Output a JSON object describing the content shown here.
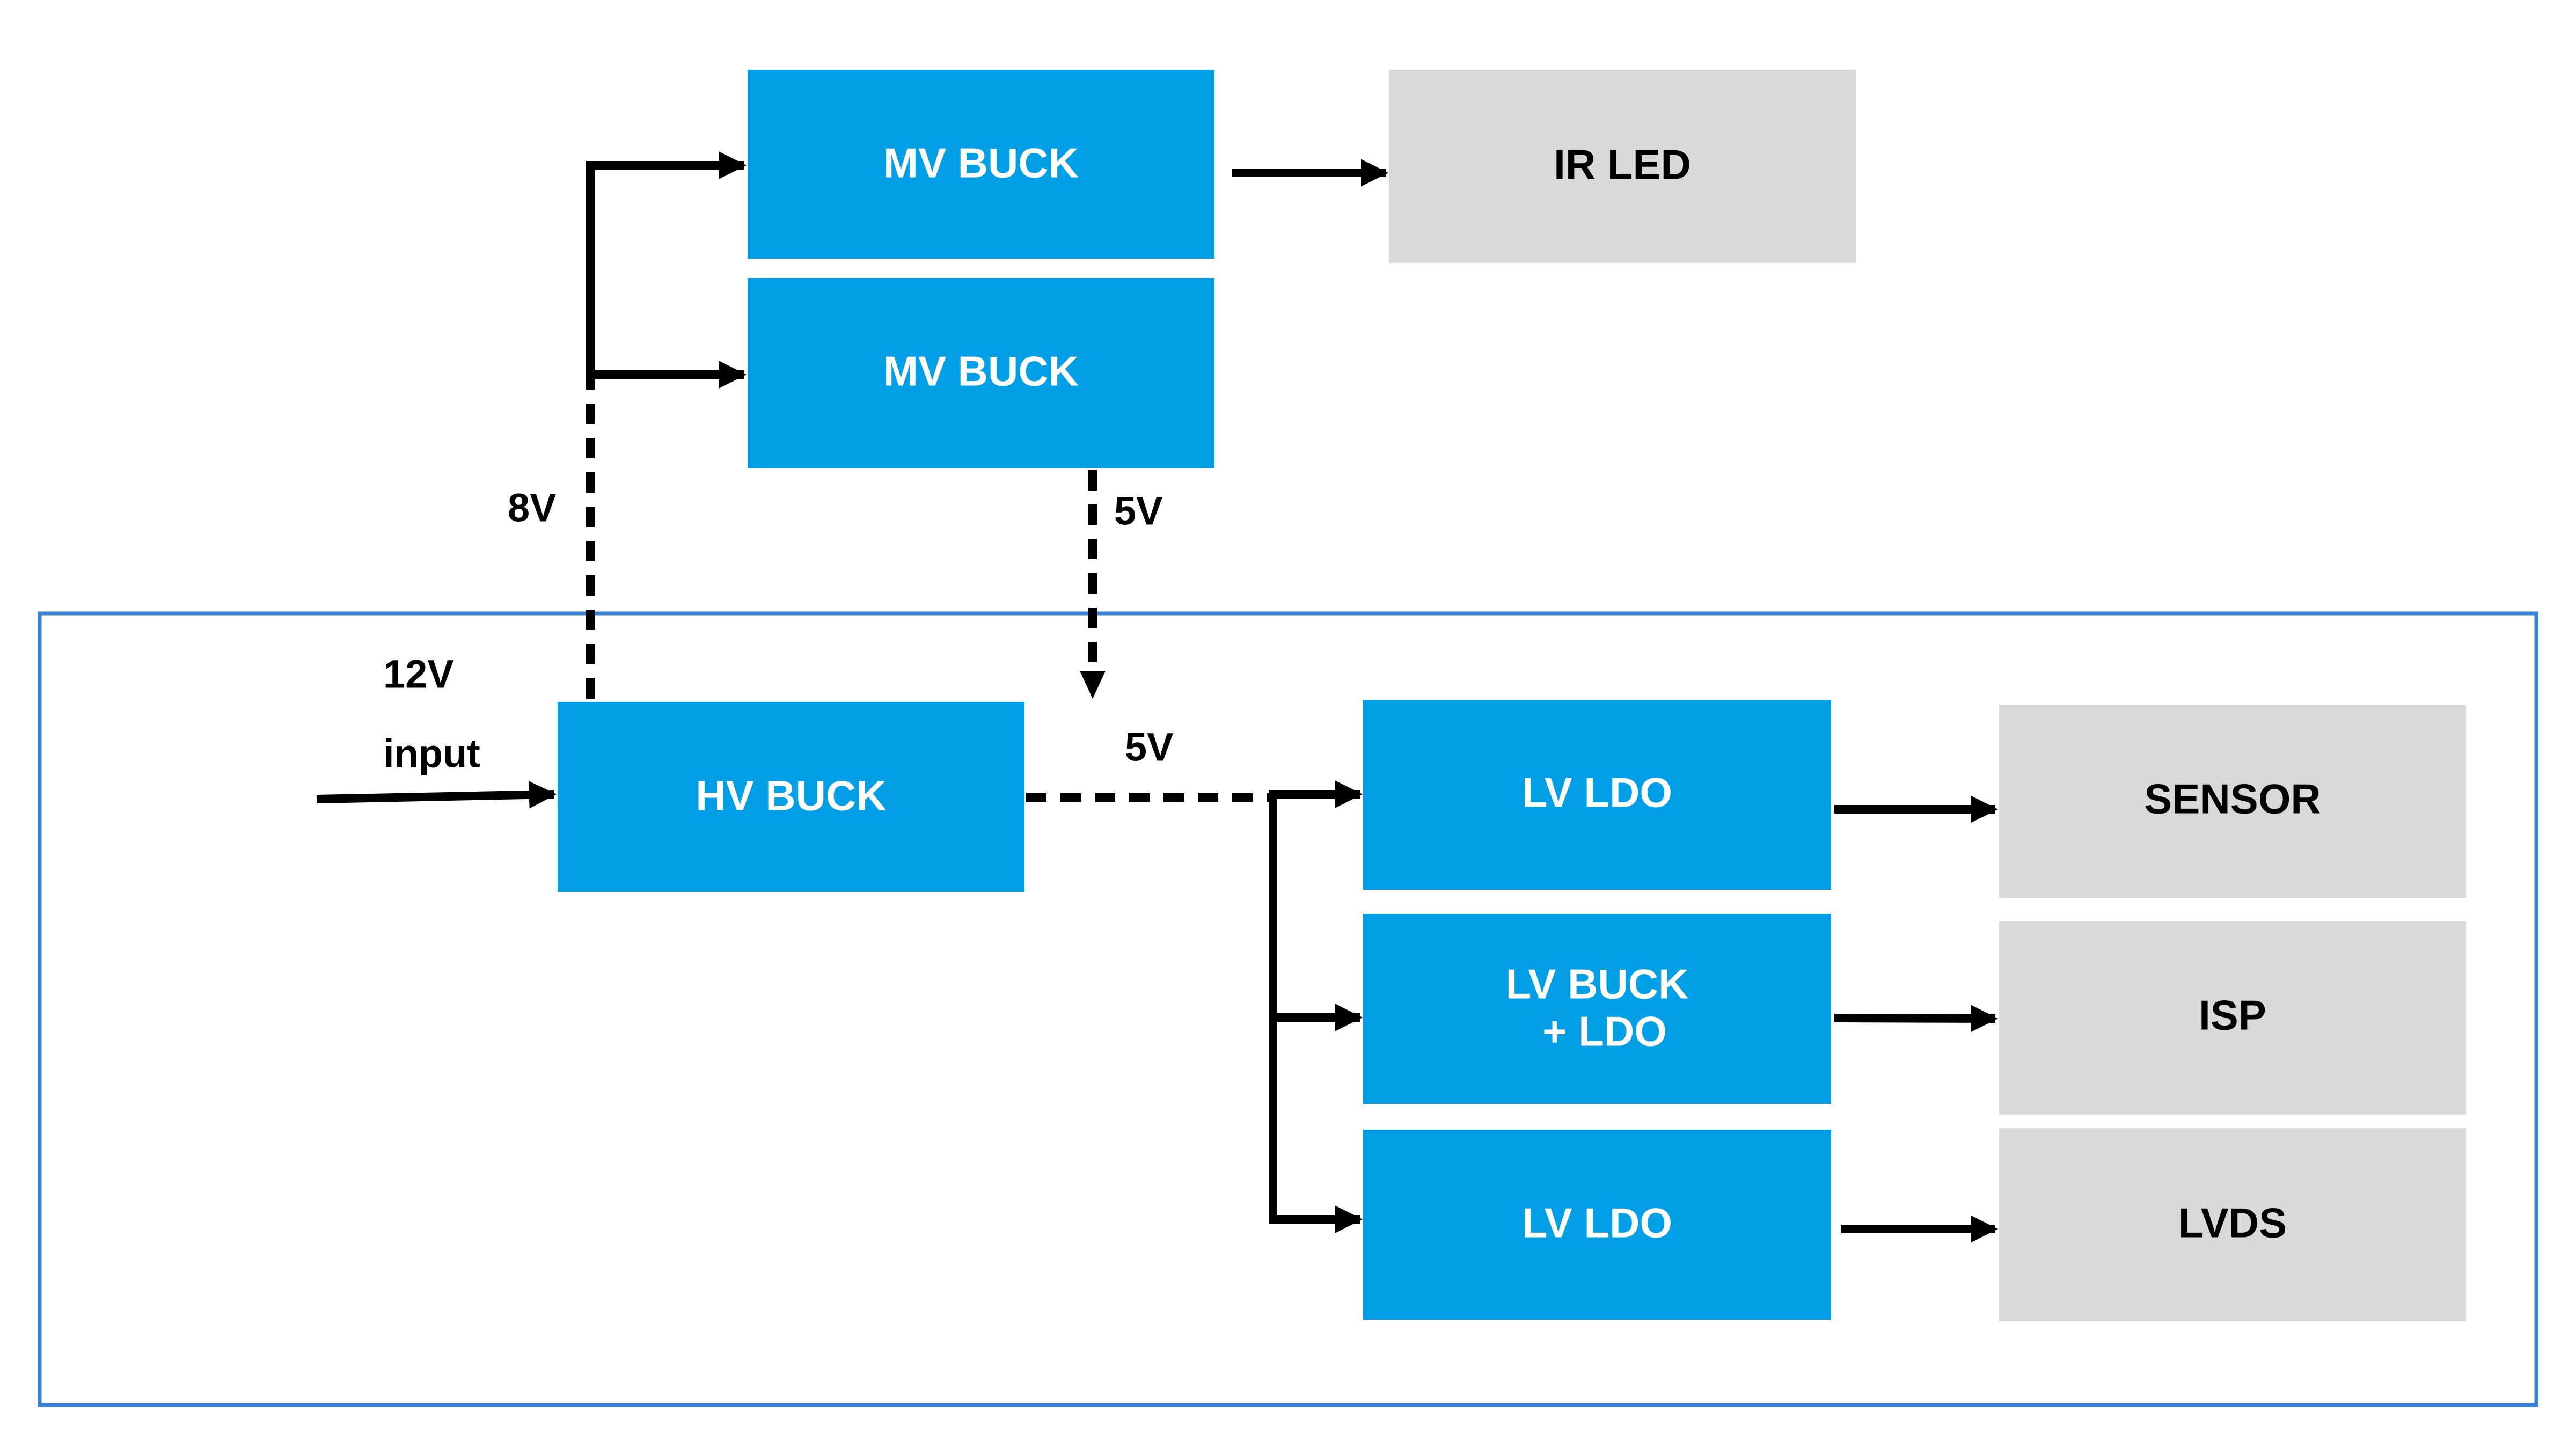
{
  "colors": {
    "regulator_fill": "#039fe6",
    "load_fill": "#d9d9d9",
    "regulator_text": "#ffffff",
    "load_text": "#000000",
    "frame_stroke": "#3a83d4",
    "line": "#000000"
  },
  "blocks": {
    "mv_buck_top": "MV BUCK",
    "mv_buck_bottom": "MV BUCK",
    "hv_buck": "HV BUCK",
    "lv_ldo_top": "LV LDO",
    "lv_buck_ldo": [
      "LV BUCK",
      "+ LDO"
    ],
    "lv_ldo_bottom": "LV LDO"
  },
  "loads": {
    "ir_led": "IR LED",
    "sensor": "SENSOR",
    "isp": "ISP",
    "lvds": "LVDS"
  },
  "labels": {
    "input_voltage": "12V",
    "input_word": "input",
    "v8": "8V",
    "v5_mv": "5V",
    "v5_hv": "5V"
  }
}
